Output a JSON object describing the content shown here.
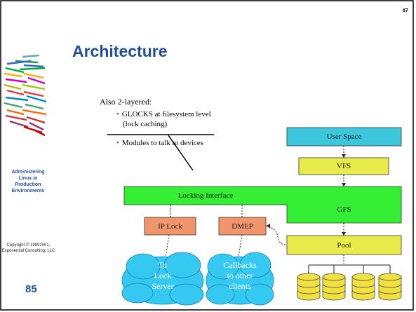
{
  "slide": {
    "page_number_top": "87",
    "title": "Architecture",
    "sidebar_title": [
      "Administering",
      "Linux in",
      "Production",
      "Environments"
    ],
    "copyright": [
      "Copyright © 19992001,",
      "Exponential Consulting, LLC"
    ],
    "slide_number": "85"
  },
  "content": {
    "intro": "Also 2-layered:",
    "bullets": [
      {
        "line1": "GLOCKS at filesystem level",
        "line2": "(lock caching)"
      },
      {
        "line1": "Modules to talk to devices"
      }
    ]
  },
  "diagram": {
    "user_space": "User Space",
    "vfs": "VFS",
    "locking_interface": "Locking Interface",
    "gfs": "GFS",
    "ip_lock": "IP Lock",
    "dmep": "DMEP",
    "pool": "Pool",
    "cloud_left": [
      "To",
      "Lock",
      "Server"
    ],
    "cloud_right": [
      "Callbacks",
      "to other",
      "clients"
    ]
  },
  "colors": {
    "title": "#1f4e9b",
    "cyan": "#3cc8dc",
    "yellow": "#e8ec4a",
    "green": "#33ee33",
    "salmon": "#f2956c",
    "cloud": "#35c9f2",
    "disk": "#f0e040"
  }
}
